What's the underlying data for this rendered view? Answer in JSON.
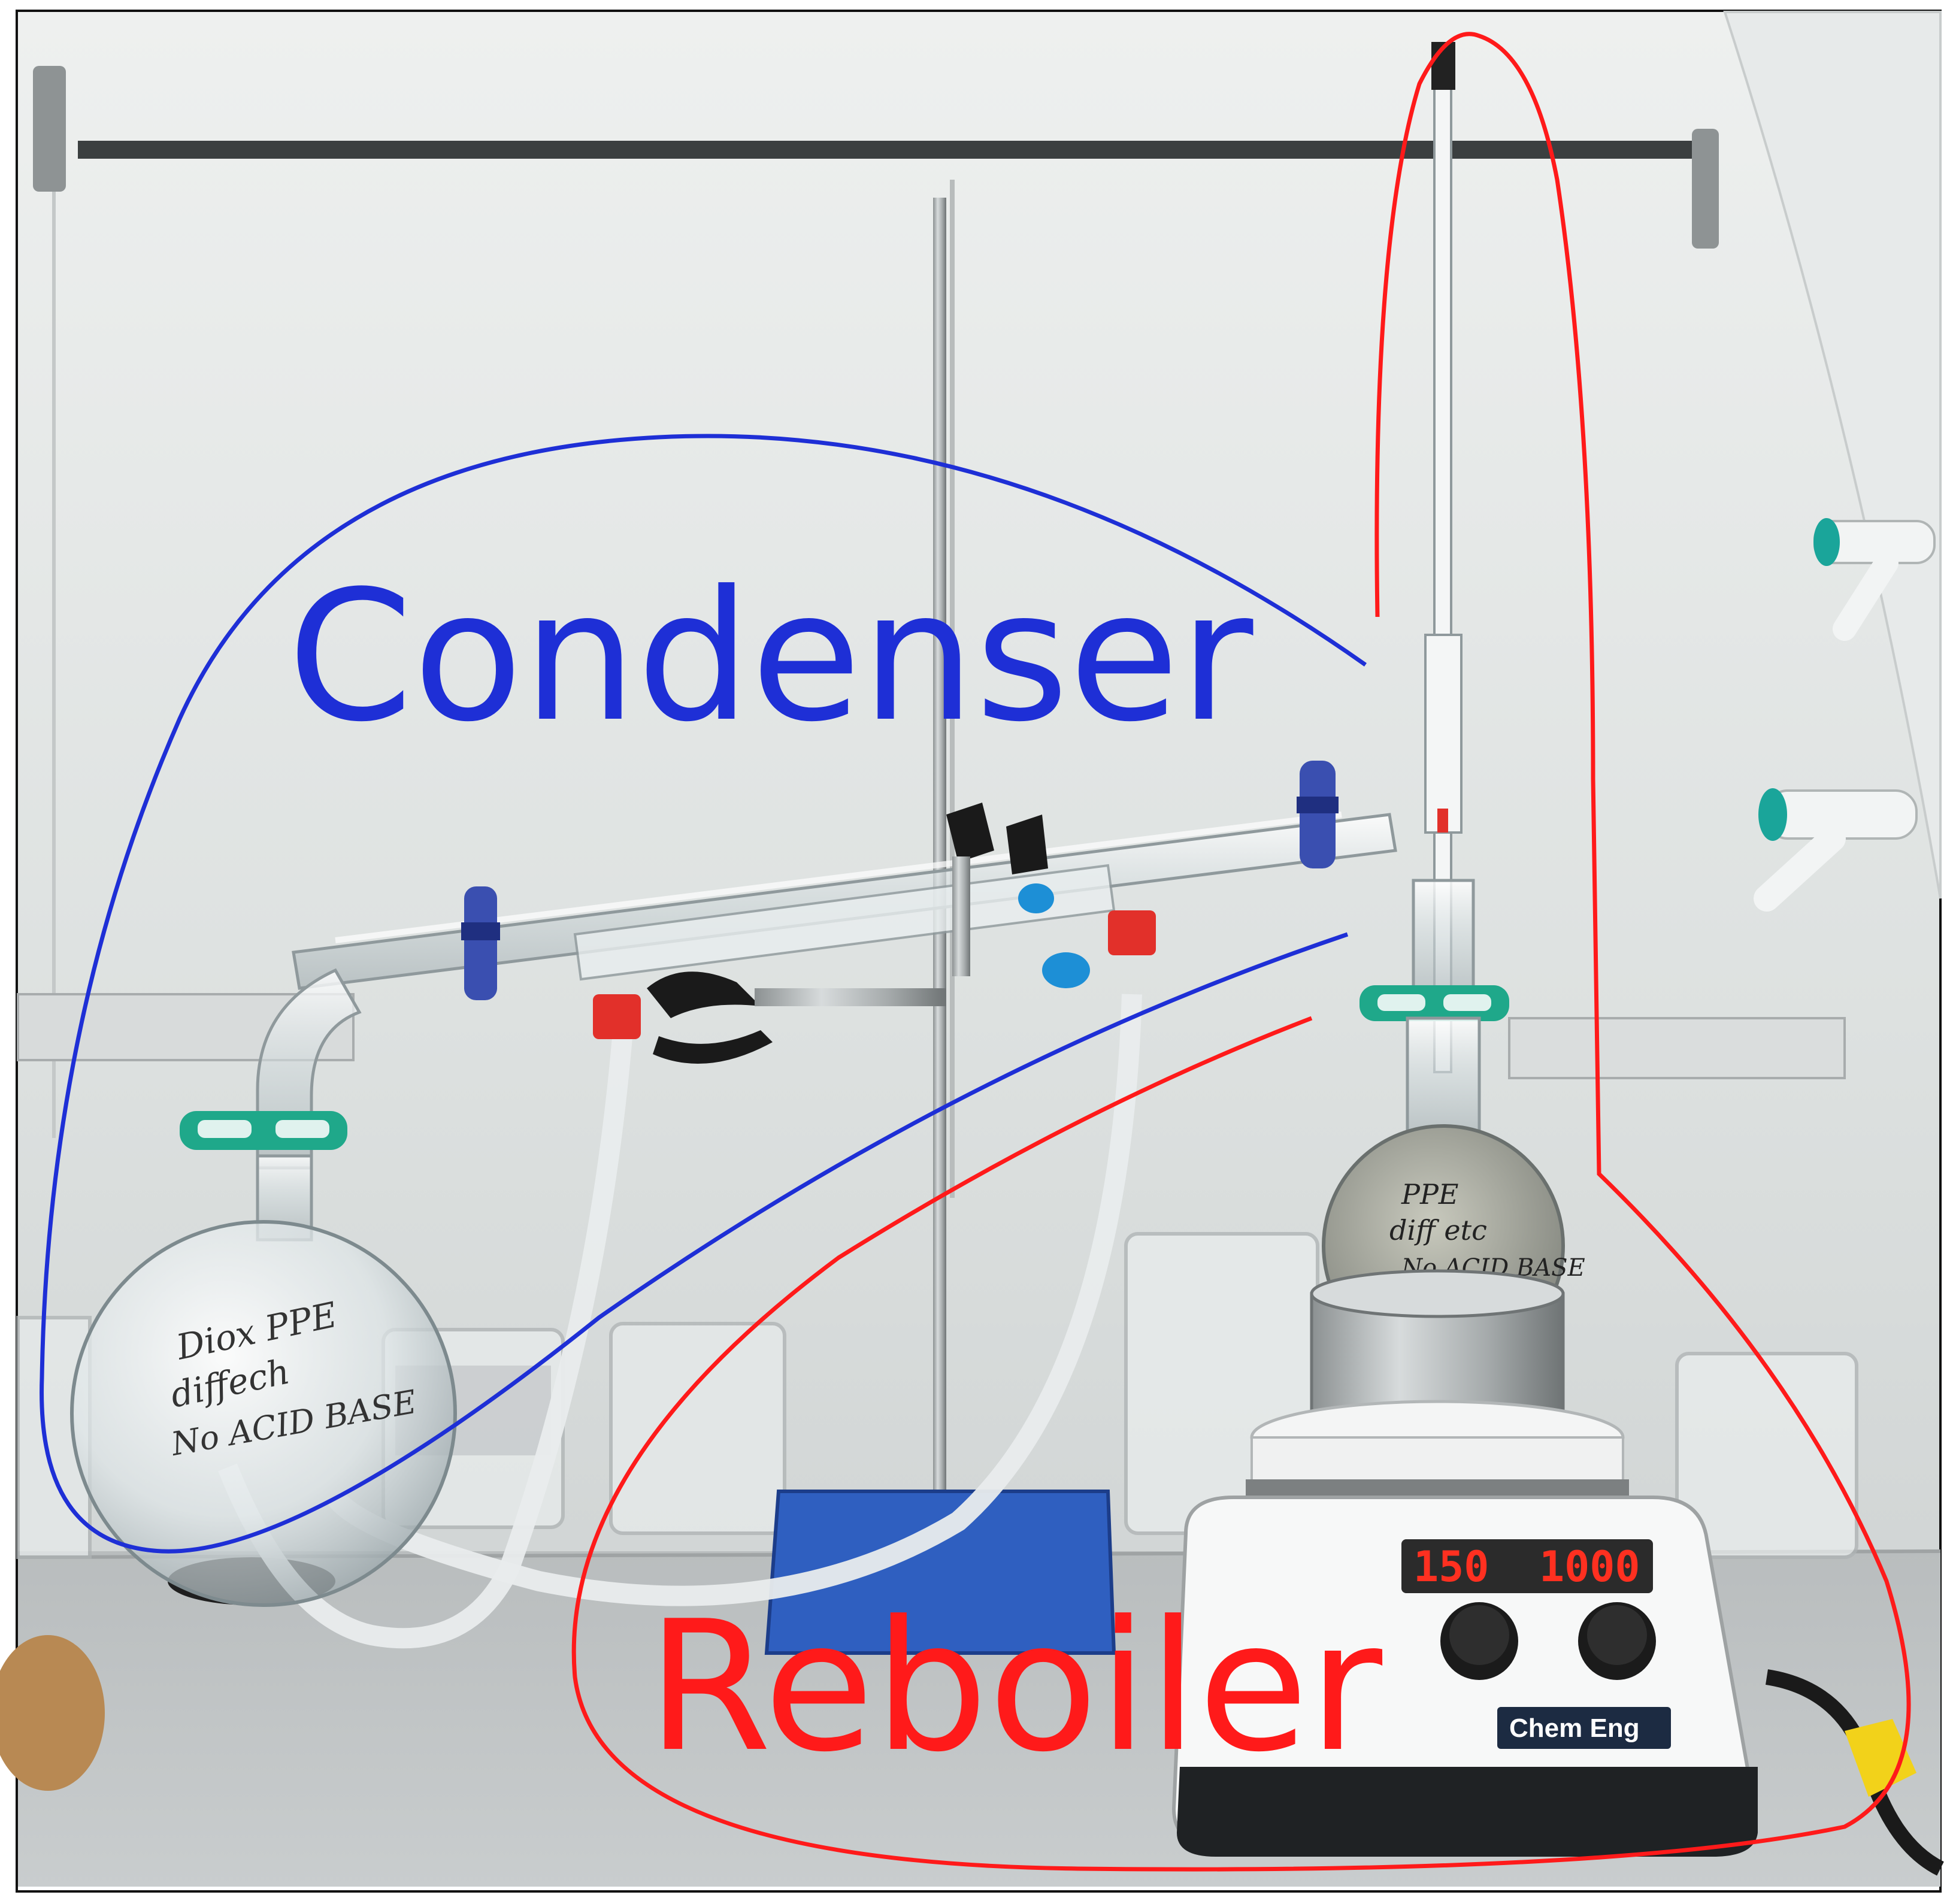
{
  "annotations": {
    "condenser": {
      "label": "Condenser",
      "color": "#1e2fd6"
    },
    "reboiler": {
      "label": "Reboiler",
      "color": "#ff1a1a"
    }
  },
  "hotplate": {
    "brand_label": "Chem Eng",
    "display_left": "150",
    "display_right": "1000",
    "display_color": "#ff3020"
  },
  "flask_labels": {
    "receiver": [
      "Diox PPE",
      "diffech",
      "No ACID BASE"
    ],
    "boiling": [
      "PPE",
      "diff etc",
      "No ACID BASE"
    ]
  },
  "scene_colors": {
    "wall": "#dfe3e2",
    "bench": "#c8cccd",
    "stand_base": "#2f5fc0",
    "clamp_blue": "#3a4fb0",
    "clip_green": "#1fa88a",
    "stopper_red": "#e2302a"
  }
}
